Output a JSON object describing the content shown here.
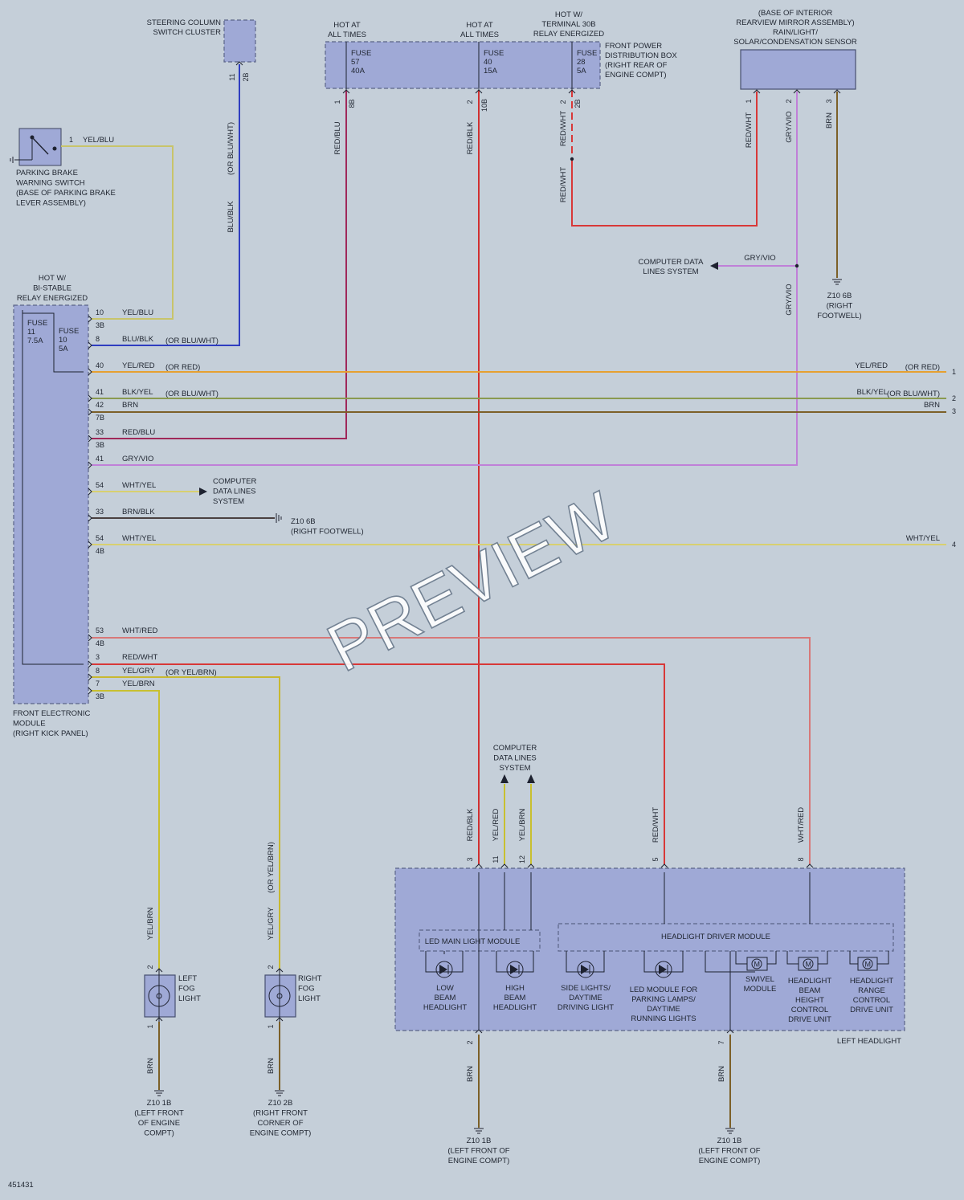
{
  "diagram_id": "451431",
  "watermark": "PREVIEW",
  "colors": {
    "background": "#c5cfd9",
    "module_fill": "#9fa9d6",
    "yel_blu": "#c8c46a",
    "blu_blk": "#2f3ec0",
    "red_blu": "#a0285a",
    "red_blk": "#d03030",
    "red_wht": "#d83838",
    "gry_vio": "#c080d8",
    "brn": "#7c6028",
    "yel_red": "#e6a030",
    "blk_yel": "#8a9a50",
    "wht_yel": "#d8d070",
    "brn_blk": "#4a4040",
    "wht_red": "#d87878",
    "yel_gry": "#c8b830",
    "yel_brn": "#c8c030"
  },
  "components": {
    "steering": [
      "STEERING COLUMN",
      "SWITCH CLUSTER"
    ],
    "steering_pin": "11",
    "steering_conn": "2B",
    "hot1": [
      "HOT AT",
      "ALL TIMES"
    ],
    "hot2": [
      "HOT AT",
      "ALL TIMES"
    ],
    "hot3": [
      "HOT W/",
      "TERMINAL 30B",
      "RELAY ENERGIZED"
    ],
    "fuse57": [
      "FUSE",
      "57",
      "40A"
    ],
    "fuse40": [
      "FUSE",
      "40",
      "15A"
    ],
    "fuse28": [
      "FUSE",
      "28",
      "5A"
    ],
    "fpdb": [
      "FRONT POWER",
      "DISTRIBUTION BOX",
      "(RIGHT REAR OF",
      "ENGINE COMPT)"
    ],
    "fpdb_pins": [
      "1",
      "8B",
      "2",
      "10B",
      "2",
      "2B"
    ],
    "mirror": [
      "(BASE OF INTERIOR",
      "REARVIEW MIRROR ASSEMBLY)",
      "RAIN/LIGHT/",
      "SOLAR/CONDENSATION SENSOR"
    ],
    "mirror_pins": [
      "1",
      "2",
      "3"
    ],
    "parking": [
      "PARKING BRAKE",
      "WARNING SWITCH",
      "(BASE OF PARKING BRAKE",
      "LEVER ASSEMBLY)"
    ],
    "parking_pin": "1",
    "fem_hot": [
      "HOT W/",
      "BI-STABLE",
      "RELAY ENERGIZED"
    ],
    "fuse11": [
      "FUSE",
      "11",
      "7.5A"
    ],
    "fuse10": [
      "FUSE",
      "10",
      "5A"
    ],
    "fem": [
      "FRONT ELECTRONIC",
      "MODULE",
      "(RIGHT KICK PANEL)"
    ],
    "cdl_top": [
      "COMPUTER DATA",
      "LINES SYSTEM"
    ],
    "cdl_mid": [
      "COMPUTER",
      "DATA LINES",
      "SYSTEM"
    ],
    "cdl_bot": [
      "COMPUTER",
      "DATA LINES",
      "SYSTEM"
    ],
    "ground_right": [
      "Z10 6B",
      "(RIGHT",
      "FOOTWELL)"
    ],
    "ground_mid": [
      "Z10 6B",
      "(RIGHT FOOTWELL)"
    ],
    "lfog": [
      "LEFT",
      "FOG",
      "LIGHT"
    ],
    "rfog": [
      "RIGHT",
      "FOG",
      "LIGHT"
    ],
    "fog_pins": [
      "2",
      "1",
      "2",
      "1"
    ],
    "g_lfog": [
      "Z10 1B",
      "(LEFT FRONT",
      "OF ENGINE",
      "COMPT)"
    ],
    "g_rfog": [
      "Z10 2B",
      "(RIGHT FRONT",
      "CORNER OF",
      "ENGINE COMPT)"
    ],
    "g_h2": [
      "Z10 1B",
      "(LEFT FRONT OF",
      "ENGINE COMPT)"
    ],
    "g_h7": [
      "Z10 1B",
      "(LEFT FRONT OF",
      "ENGINE COMPT)"
    ],
    "led_main": "LED MAIN LIGHT MODULE",
    "hdm": "HEADLIGHT DRIVER MODULE",
    "low": [
      "LOW",
      "BEAM",
      "HEADLIGHT"
    ],
    "high": [
      "HIGH",
      "BEAM",
      "HEADLIGHT"
    ],
    "side": [
      "SIDE LIGHTS/",
      "DAYTIME",
      "DRIVING LIGHT"
    ],
    "ledpark": [
      "LED MODULE FOR",
      "PARKING LAMPS/",
      "DAYTIME",
      "RUNNING LIGHTS"
    ],
    "swivel": [
      "SWIVEL",
      "MODULE"
    ],
    "hbh": [
      "HEADLIGHT",
      "BEAM",
      "HEIGHT",
      "CONTROL",
      "DRIVE UNIT"
    ],
    "hrc": [
      "HEADLIGHT",
      "RANGE",
      "CONTROL",
      "DRIVE UNIT"
    ],
    "left_headlight": "LEFT HEADLIGHT",
    "lh_pins_top": [
      "3",
      "11",
      "12",
      "5",
      "8"
    ],
    "lh_pins_bot": [
      "2",
      "7"
    ]
  },
  "fem_rows": [
    {
      "pin": "10",
      "conn": "3B",
      "label": "YEL/BLU",
      "note": ""
    },
    {
      "pin": "8",
      "conn": "",
      "label": "BLU/BLK",
      "note": "(OR BLU/WHT)"
    },
    {
      "pin": "40",
      "conn": "",
      "label": "YEL/RED",
      "note": "(OR RED)"
    },
    {
      "pin": "41",
      "conn": "",
      "label": "BLK/YEL",
      "note": "(OR BLU/WHT)"
    },
    {
      "pin": "42",
      "conn": "7B",
      "label": "BRN",
      "note": ""
    },
    {
      "pin": "33",
      "conn": "3B",
      "label": "RED/BLU",
      "note": ""
    },
    {
      "pin": "41",
      "conn": "",
      "label": "GRY/VIO",
      "note": ""
    },
    {
      "pin": "54",
      "conn": "",
      "label": "WHT/YEL",
      "note": ""
    },
    {
      "pin": "33",
      "conn": "",
      "label": "BRN/BLK",
      "note": ""
    },
    {
      "pin": "54",
      "conn": "4B",
      "label": "WHT/YEL",
      "note": ""
    },
    {
      "pin": "53",
      "conn": "4B",
      "label": "WHT/RED",
      "note": ""
    },
    {
      "pin": "3",
      "conn": "",
      "label": "RED/WHT",
      "note": ""
    },
    {
      "pin": "8",
      "conn": "",
      "label": "YEL/GRY",
      "note": "(OR YEL/BRN)"
    },
    {
      "pin": "7",
      "conn": "3B",
      "label": "YEL/BRN",
      "note": ""
    }
  ],
  "continuations": [
    {
      "label": "YEL/RED",
      "note": "(OR RED)",
      "ref": "1"
    },
    {
      "label": "BLK/YEL",
      "note": "(OR BLU/WHT)",
      "ref": "2"
    },
    {
      "label": "BRN",
      "note": "",
      "ref": "3"
    },
    {
      "label": "WHT/YEL",
      "note": "",
      "ref": "4"
    }
  ],
  "wire_labels": {
    "yel_blu_parking": "YEL/BLU",
    "blu_blk_v": "BLU/BLK",
    "or_blu_wht_v": "(OR BLU/WHT)",
    "red_blu_v": "RED/BLU",
    "red_blk_v": "RED/BLK",
    "red_wht_v1": "RED/WHT",
    "red_wht_v2": "RED/WHT",
    "mirror_red_wht": "RED/WHT",
    "mirror_gry_vio": "GRY/VIO",
    "mirror_brn": "BRN",
    "gry_vio_h": "GRY/VIO",
    "gry_vio_v2": "GRY/VIO",
    "lh_red_blk": "RED/BLK",
    "lh_yel_red": "YEL/RED",
    "lh_yel_brn": "YEL/BRN",
    "lh_red_wht": "RED/WHT",
    "lh_wht_red": "WHT/RED",
    "lfog_yel_brn": "YEL/BRN",
    "rfog_yel_gry": "YEL/GRY",
    "rfog_or": "(OR YEL/BRN)",
    "brn_lfog": "BRN",
    "brn_rfog": "BRN",
    "brn_h2": "BRN",
    "brn_h7": "BRN"
  }
}
